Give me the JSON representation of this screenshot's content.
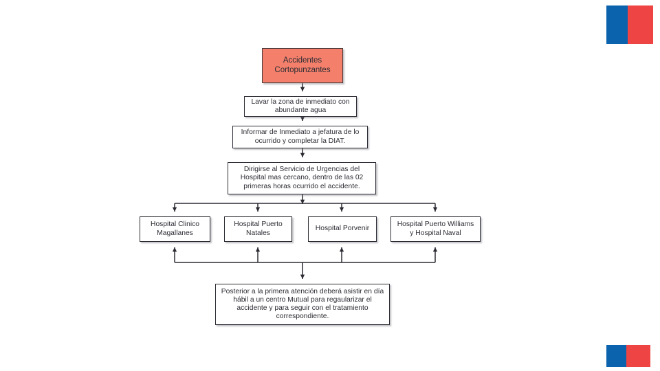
{
  "slide": {
    "background_color": "#ffffff",
    "decorations": [
      {
        "name": "flag-block-top-right",
        "blue": "#0b63ad",
        "red": "#ef4444"
      },
      {
        "name": "flag-block-bottom-right",
        "blue": "#0b63ad",
        "red": "#ef4444"
      }
    ]
  },
  "flowchart": {
    "title": "Accidentes Cortopunzantes",
    "start": {
      "label": "Accidentes\nCortopunzantes",
      "fill": "#f4806c",
      "border": "#4a3b3a"
    },
    "steps": [
      {
        "id": "wash",
        "label": "Lavar la zona de inmediato con\nabundante agua"
      },
      {
        "id": "inform",
        "label": "Informar de Inmediato a jefatura de lo\nocurrido y completar la DIAT."
      },
      {
        "id": "urgency",
        "label": "Dirigirse al Servicio de Urgencias del\nHospital mas cercano, dentro de las 02\nprimeras horas ocurrido el accidente."
      }
    ],
    "hospitals": [
      {
        "id": "h1",
        "label": "Hospital Clinico\nMagallanes"
      },
      {
        "id": "h2",
        "label": "Hospital Puerto\nNatales"
      },
      {
        "id": "h3",
        "label": "Hospital Porvenir"
      },
      {
        "id": "h4",
        "label": "Hospital Puerto Williams\ny Hospital Naval"
      }
    ],
    "final": {
      "id": "final",
      "label": "Posterior a la primera atención deberá asistir en día\nhábil a un centro Mutual para regaularizar el\naccidente y para seguir con el tratamiento\ncorrespondiente."
    },
    "edge_color": "#2b2b33"
  }
}
